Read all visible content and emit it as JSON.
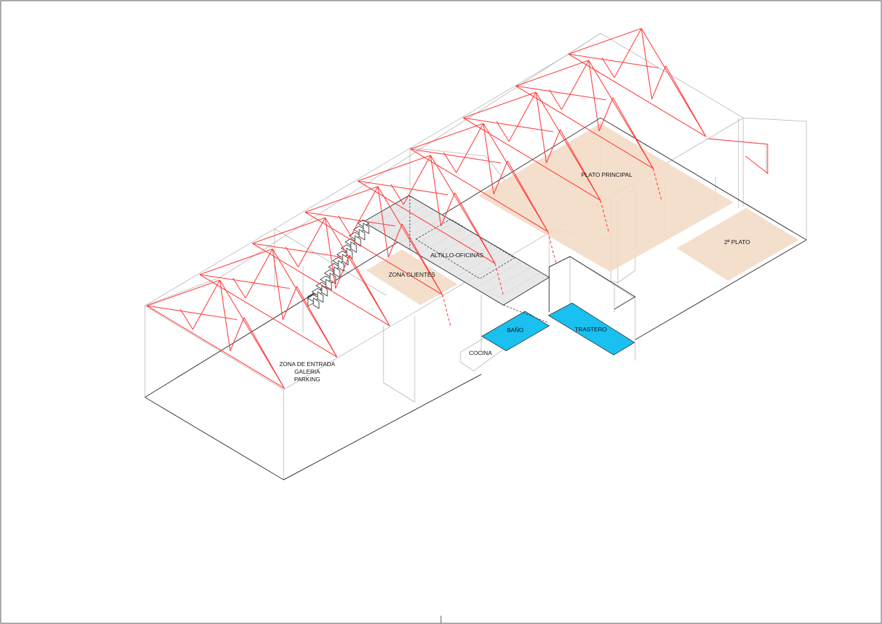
{
  "colors": {
    "truss": "#ff3b3b",
    "zone_fill": "#f3dcc6",
    "wet_fill": "#19c0f0",
    "wall_line": "#b5b5b5",
    "floor_line": "#333333",
    "stair": "#333333"
  },
  "labels": {
    "entrance_line1": "ZONA DE ENTRADA",
    "entrance_line2": "GALERIA",
    "entrance_line3": "PARKING",
    "clients_zone": "ZONA CLIENTES",
    "mezzanine": "ALTILLO-OFICINAS",
    "main_stage": "PLATO PRINCIPAL",
    "second_stage": "2ª PLATO",
    "bathroom": "BAÑO",
    "storage": "TRASTERO",
    "kitchen": "COCINA"
  }
}
